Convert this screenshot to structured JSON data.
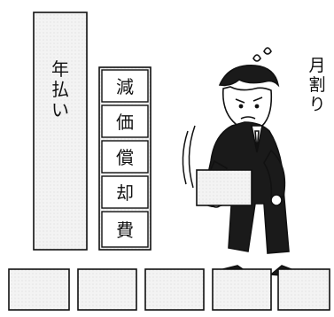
{
  "labels": {
    "annual_payment": "年払い",
    "depreciation": [
      "減",
      "価",
      "償",
      "却",
      "費"
    ],
    "monthly_split": "月割り"
  },
  "colors": {
    "ink": "#111111",
    "paper": "#ffffff",
    "screen_tone": "#eeeeee",
    "suit": "#1a1a1a"
  }
}
